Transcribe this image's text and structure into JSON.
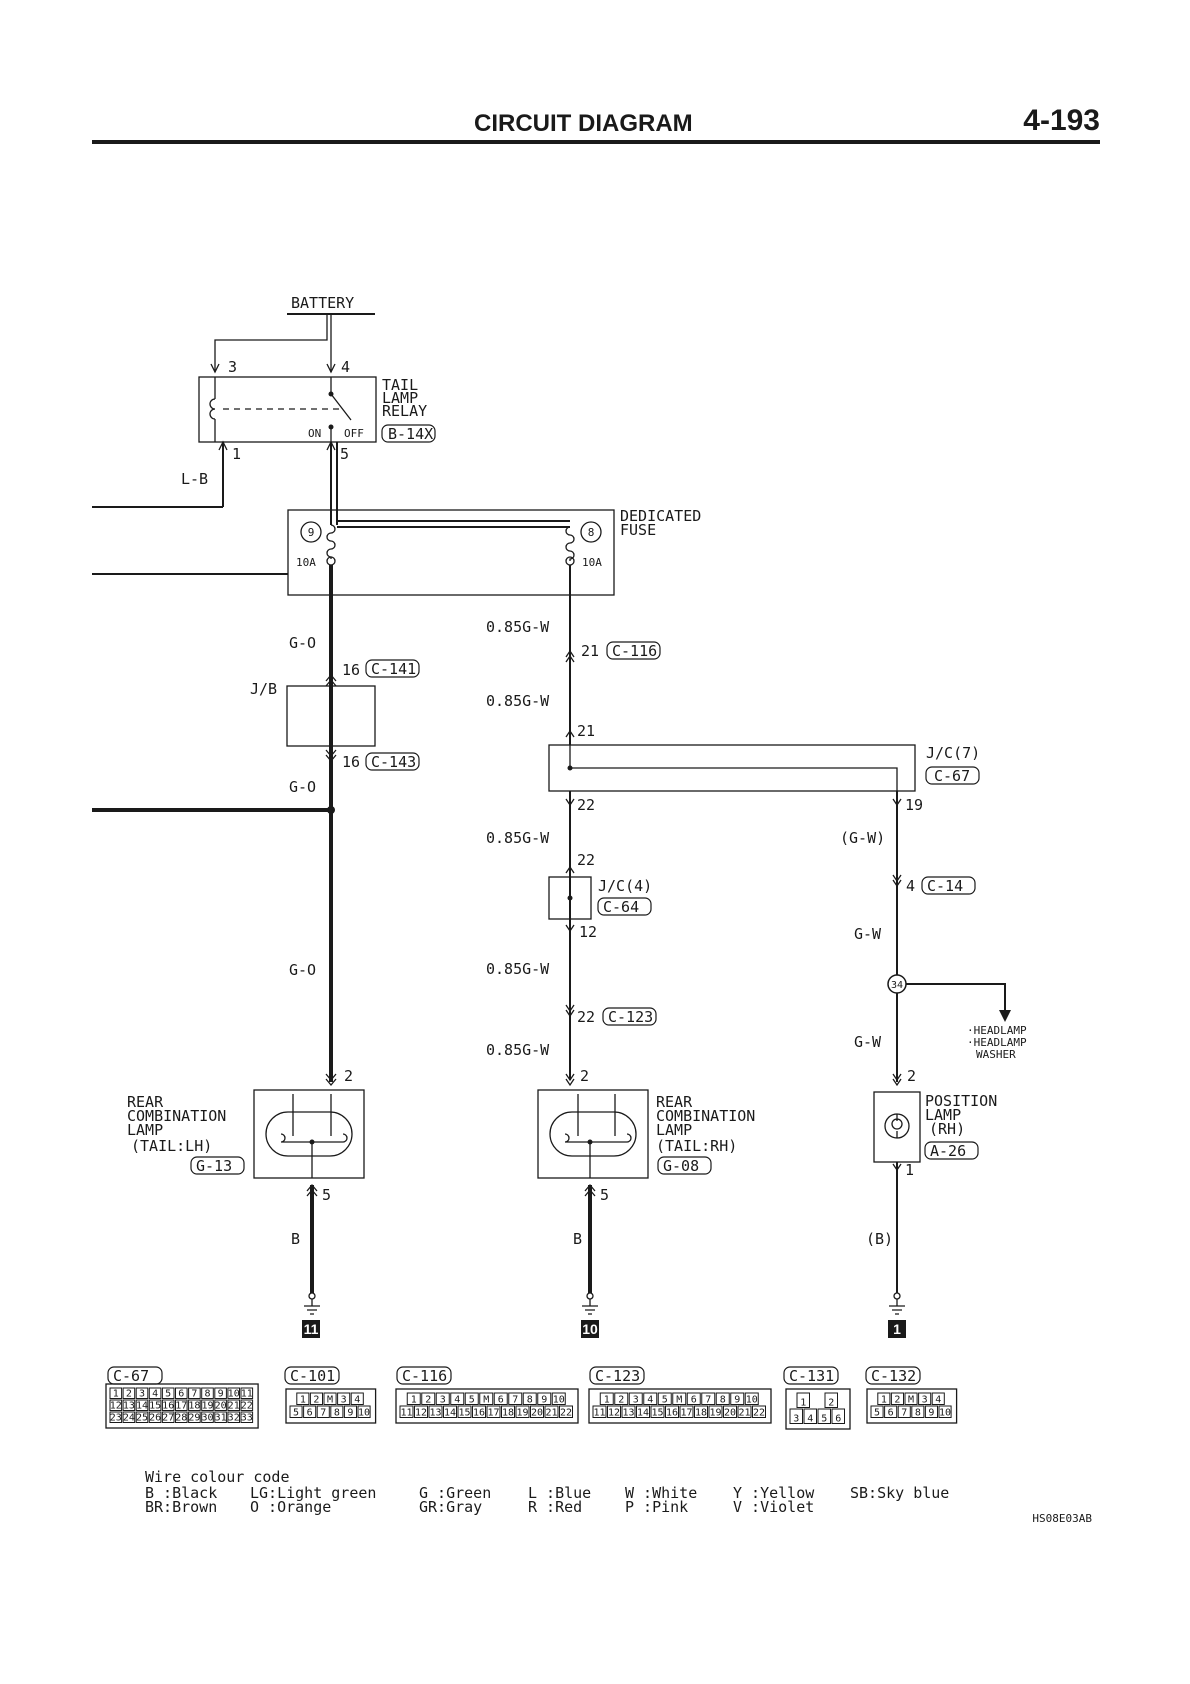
{
  "header": {
    "title": "CIRCUIT DIAGRAM",
    "page_number": "4-193"
  },
  "relay": {
    "source": "BATTERY",
    "name_l1": "TAIL",
    "name_l2": "LAMP",
    "name_l3": "RELAY",
    "pin3": "3",
    "pin4": "4",
    "pin1": "1",
    "pin5": "5",
    "on": "ON",
    "off": "OFF",
    "code": "B-14X"
  },
  "fuse": {
    "name_l1": "DEDICATED",
    "name_l2": "FUSE",
    "left_no": "9",
    "right_no": "8",
    "left_rating": "10A",
    "right_rating": "10A"
  },
  "wires": {
    "lb": "L-B",
    "go": "G-O",
    "gw085": "0.85G-W",
    "gw": "G-W",
    "gw_paren": "(G-W)",
    "b": "B",
    "b_paren": "(B)"
  },
  "connectors": {
    "c141": {
      "pin": "16",
      "code": "C-141"
    },
    "c143": {
      "pin": "16",
      "code": "C-143"
    },
    "c116": {
      "pin": "21",
      "code": "C-116"
    },
    "jc7": {
      "name": "J/C(7)",
      "code": "C-67",
      "pin_in": "21",
      "pin_out1": "22",
      "pin_out2": "19"
    },
    "jc4": {
      "name": "J/C(4)",
      "code": "C-64",
      "pin_in": "22",
      "pin_out": "12"
    },
    "c14": {
      "pin": "4",
      "code": "C-14"
    },
    "c123": {
      "pin": "22",
      "code": "C-123"
    }
  },
  "jb": "J/B",
  "junction": {
    "id": "34",
    "to1": "·HEADLAMP",
    "to2a": "·HEADLAMP",
    "to2b": "WASHER"
  },
  "lamps": {
    "lh": {
      "l1": "REAR",
      "l2": "COMBINATION",
      "l3": "LAMP",
      "l4": "(TAIL:LH)",
      "code": "G-13",
      "pin_top": "2",
      "pin_bottom": "5",
      "ground": "11"
    },
    "rh": {
      "l1": "REAR",
      "l2": "COMBINATION",
      "l3": "LAMP",
      "l4": "(TAIL:RH)",
      "code": "G-08",
      "pin_top": "2",
      "pin_bottom": "5",
      "ground": "10"
    },
    "pos": {
      "l1": "POSITION",
      "l2": "LAMP",
      "l3": "(RH)",
      "code": "A-26",
      "pin_top": "2",
      "pin_bottom": "1",
      "ground": "1"
    }
  },
  "connector_faces": [
    {
      "code": "C-67",
      "rows": [
        [
          "1",
          "2",
          "3",
          "4",
          "5",
          "6",
          "7",
          "8",
          "9",
          "10",
          "11"
        ],
        [
          "12",
          "13",
          "14",
          "15",
          "16",
          "17",
          "18",
          "19",
          "20",
          "21",
          "22"
        ],
        [
          "23",
          "24",
          "25",
          "26",
          "27",
          "28",
          "29",
          "30",
          "31",
          "32",
          "33"
        ]
      ]
    },
    {
      "code": "C-101",
      "rows": [
        [
          "1",
          "2",
          "M",
          "3",
          "4"
        ],
        [
          "5",
          "6",
          "7",
          "8",
          "9",
          "10"
        ]
      ]
    },
    {
      "code": "C-116",
      "rows": [
        [
          "1",
          "2",
          "3",
          "4",
          "5",
          "M",
          "6",
          "7",
          "8",
          "9",
          "10"
        ],
        [
          "11",
          "12",
          "13",
          "14",
          "15",
          "16",
          "17",
          "18",
          "19",
          "20",
          "21",
          "22"
        ]
      ]
    },
    {
      "code": "C-123",
      "rows": [
        [
          "1",
          "2",
          "3",
          "4",
          "5",
          "M",
          "6",
          "7",
          "8",
          "9",
          "10"
        ],
        [
          "11",
          "12",
          "13",
          "14",
          "15",
          "16",
          "17",
          "18",
          "19",
          "20",
          "21",
          "22"
        ]
      ]
    },
    {
      "code": "C-131",
      "rows": [
        [
          "1",
          "",
          "2"
        ],
        [
          "3",
          "4",
          "5",
          "6"
        ]
      ]
    },
    {
      "code": "C-132",
      "rows": [
        [
          "1",
          "2",
          "M",
          "3",
          "4"
        ],
        [
          "5",
          "6",
          "7",
          "8",
          "9",
          "10"
        ]
      ]
    }
  ],
  "legend": {
    "title": "Wire colour code",
    "row1": [
      "B :Black",
      "LG:Light green",
      "G :Green",
      "L :Blue",
      "W :White",
      "Y :Yellow",
      "SB:Sky blue"
    ],
    "row2": [
      "BR:Brown",
      "O :Orange",
      "GR:Gray",
      "R :Red",
      "P :Pink",
      "V :Violet"
    ]
  },
  "figure_code": "HS08E03AB"
}
